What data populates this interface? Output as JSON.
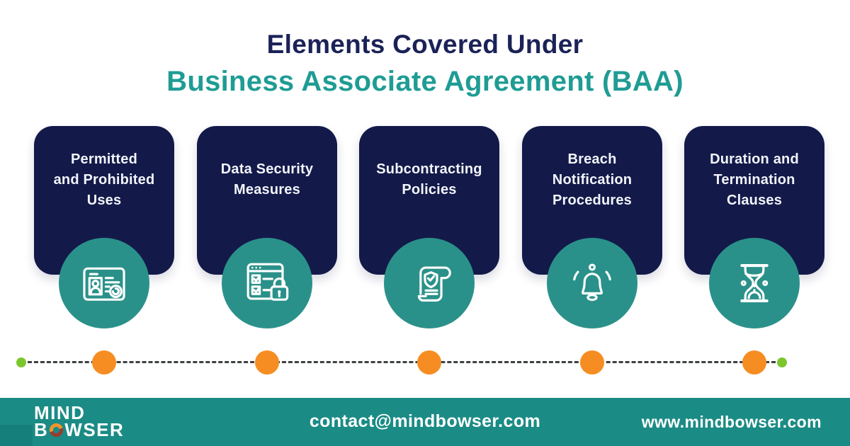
{
  "title": {
    "line1": "Elements Covered Under",
    "line2": "Business Associate Agreement (BAA)"
  },
  "cards": [
    {
      "label": "Permitted\nand Prohibited\nUses",
      "icon": "id-card"
    },
    {
      "label": "Data Security\nMeasures",
      "icon": "checklist-lock"
    },
    {
      "label": "Subcontracting\nPolicies",
      "icon": "contract-scroll"
    },
    {
      "label": "Breach\nNotification\nProcedures",
      "icon": "notification-bell"
    },
    {
      "label": "Duration and\nTermination\nClauses",
      "icon": "hourglass"
    }
  ],
  "timeline": {
    "milestone_count": 5,
    "line_style": "dashed",
    "milestone_color": "#f68d22",
    "endpoint_color": "#7cc62d"
  },
  "footer": {
    "logo": {
      "line1": "MIND",
      "line2_prefix": "B",
      "line2_suffix": "WSER"
    },
    "email": "contact@mindbowser.com",
    "website": "www.mindbowser.com"
  },
  "colors": {
    "card_navy": "#131a49",
    "title_navy": "#1b2257",
    "title_teal": "#1f9c94",
    "icon_circle_teal": "#2a918a",
    "footer_teal": "#1b8b85",
    "orange": "#f68d22",
    "green": "#7cc62d"
  }
}
